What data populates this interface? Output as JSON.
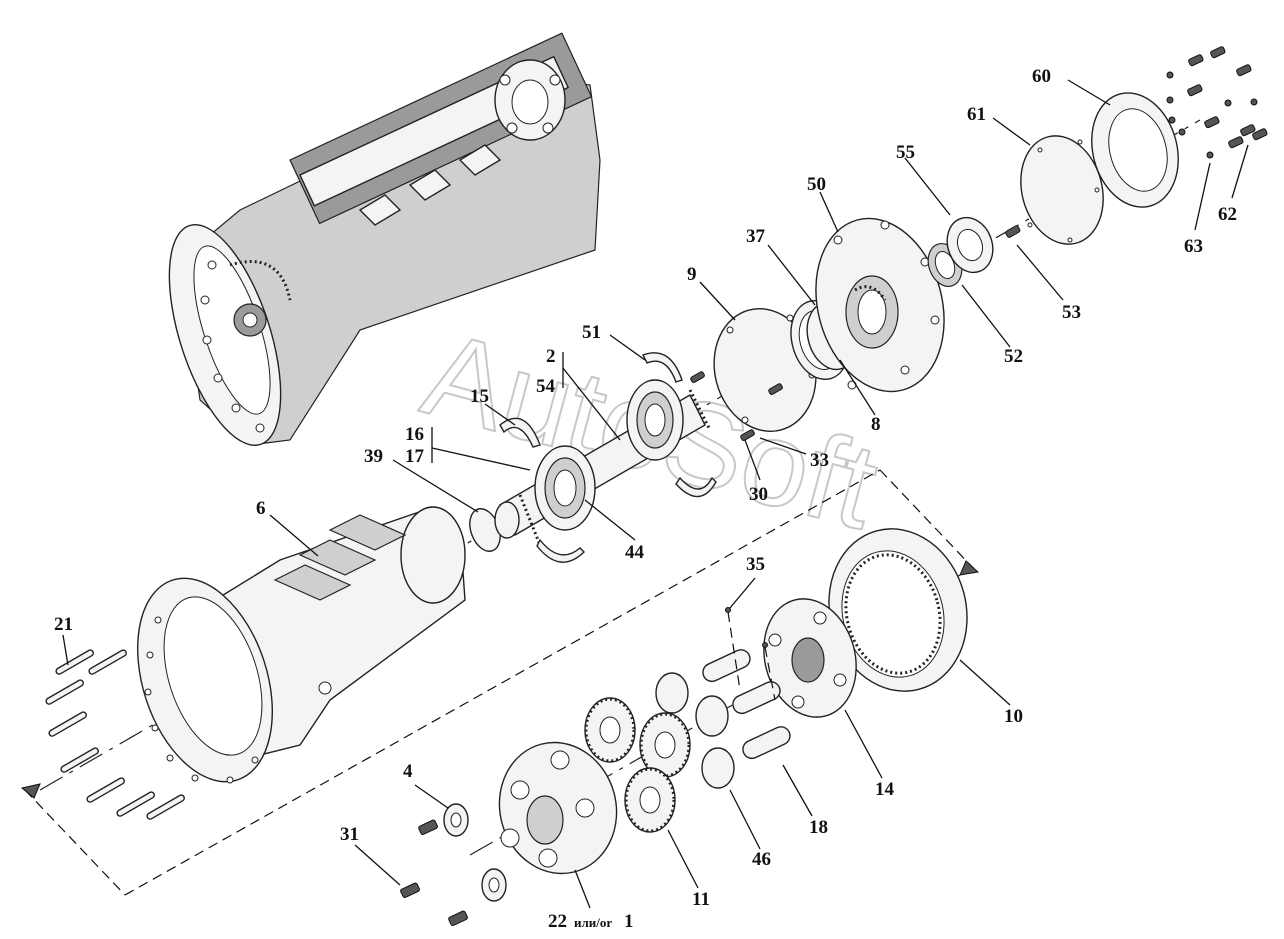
{
  "watermark": "AutoSoft",
  "labels": {
    "p60": "60",
    "p61": "61",
    "p55": "55",
    "p50": "50",
    "p37": "37",
    "p9": "9",
    "p51": "51",
    "p2": "2",
    "p54": "54",
    "p15": "15",
    "p16": "16",
    "p17": "17",
    "p39": "39",
    "p6": "6",
    "p44": "44",
    "p30": "30",
    "p33": "33",
    "p8": "8",
    "p52": "52",
    "p53": "53",
    "p62": "62",
    "p63": "63",
    "p35": "35",
    "p21": "21",
    "p10": "10",
    "p14": "14",
    "p18": "18",
    "p46": "46",
    "p11": "11",
    "p4": "4",
    "p31": "31",
    "p22_num": "22",
    "p22_or": "или/or",
    "p22_alt": "1"
  }
}
